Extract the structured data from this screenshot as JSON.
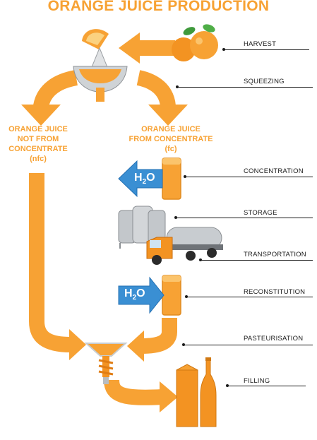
{
  "title": "ORANGE JUICE PRODUCTION",
  "branches": {
    "nfc": [
      "ORANGE JUICE",
      "NOT FROM",
      "CONCENTRATE",
      "(nfc)"
    ],
    "fc": [
      "ORANGE JUICE",
      "FROM CONCENTRATE",
      "(fc)"
    ]
  },
  "steps": {
    "harvest": "HARVEST",
    "squeezing": "SQUEEZING",
    "concentration": "CONCENTRATION",
    "storage": "STORAGE",
    "transportation": "TRANSPORTATION",
    "reconstitution": "RECONSTITUTION",
    "pasteurisation": "PASTEURISATION",
    "filling": "FILLING"
  },
  "water": {
    "symbol": "H",
    "subscript": "2",
    "suffix": "O"
  },
  "colors": {
    "orange": "#f7a234",
    "dark_orange": "#e8841a",
    "blue": "#3a8fd3",
    "steel": "#bfc3c7",
    "ink": "#1a1a1a"
  },
  "icons": [
    "oranges-icon",
    "juicer-icon",
    "juice-glass-icon",
    "storage-tanks-icon",
    "tanker-truck-icon",
    "funnel-icon",
    "juice-carton-icon",
    "juice-bottle-icon"
  ]
}
